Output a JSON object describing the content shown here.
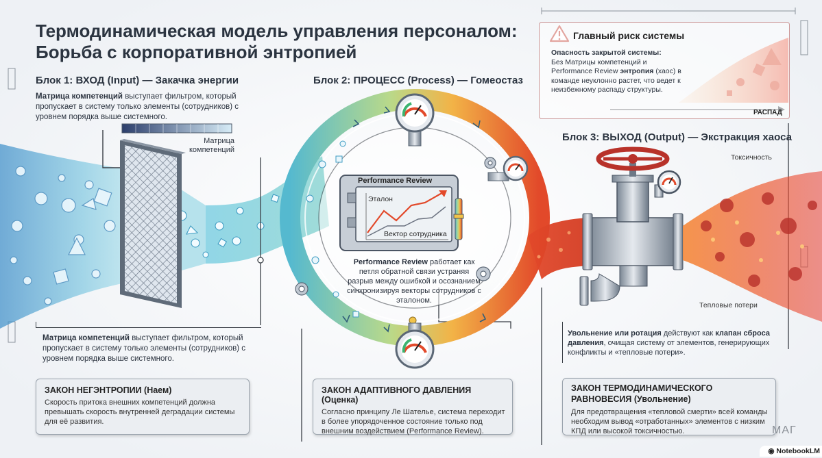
{
  "title_line1": "Термодинамическая модель управления персоналом:",
  "title_line2": "Борьба с корпоративной энтропией",
  "block1": {
    "heading": "Блок 1: ВХОД (Input) — Закачка энергии",
    "top_bold": "Матрица компетенций",
    "top_rest": " выступает фильтром, который пропускает в систему только элементы (сотрудников) с уровнем порядка выше системного.",
    "matrix_label_1": "Матрица",
    "matrix_label_2": "компетенций",
    "bottom_bold": "Матрица компетенций",
    "bottom_rest": " выступает фильтром, который пропускает в систему только элементы (сотрудников) с уровнем порядка выше системного.",
    "law_heading": "ЗАКОН НЕГЭНТРОПИИ (Наем)",
    "law_body": "Скорость притока внешних компетенций должна превышать скорость внутренней деградации системы для её развития."
  },
  "block2": {
    "heading": "Блок 2: ПРОЦЕСС (Process) — Гомеостаз",
    "monitor_title": "Performance Review",
    "etalon_label": "Эталон",
    "vector_label": "Вектор сотрудника",
    "desc_bold": "Performance Review",
    "desc_rest": " работает как петля обратной связи устраняя разрыв между ошибкой и осознанием синхронизируя векторы сотрудников с эталоном.",
    "law_heading": "ЗАКОН АДАПТИВНОГО ДАВЛЕНИЯ (Оценка)",
    "law_body": "Согласно принципу Ле Шателье, система переходит в более упорядоченное состояние только под внешним воздействием (Performance Review)."
  },
  "risk": {
    "heading": "Главный риск системы",
    "sub_bold": "Опасность закрытой системы:",
    "body_pre": "Без Матрицы компетенций и Performance Review ",
    "body_bold": "энтропия",
    "body_post": " (хаос) в команде неуклонно растет, что ведет к неизбежному распаду структуры.",
    "decay_label": "РАСПАД"
  },
  "block3": {
    "heading": "Блок 3: ВЫХОД (Output) — Экстракция хаоса",
    "toxicity_label": "Токсичность",
    "heat_label": "Тепловые потери",
    "desc_bold": "Увольнение или ротация",
    "desc_mid": " действуют как ",
    "desc_bold2": "клапан сброса давления",
    "desc_rest": ", очищая систему от элементов, генерирующих конфликты и «тепловые потери».",
    "law_heading": "ЗАКОН ТЕРМОДИНАМИЧЕСКОГО РАВНОВЕСИЯ (Увольнение)",
    "law_body": "Для предотвращения «тепловой смерти» всей команды необходим вывод «отработанных» элементов с низким КПД или высокой токсичностью."
  },
  "signature": "МАГ",
  "brand": "NotebookLM",
  "colors": {
    "loop_cool": "#4fb3c9",
    "loop_warm": "#f0a23a",
    "loop_hot": "#e2492a",
    "chaos": "#e8533a",
    "accent_red": "#c0392b"
  }
}
